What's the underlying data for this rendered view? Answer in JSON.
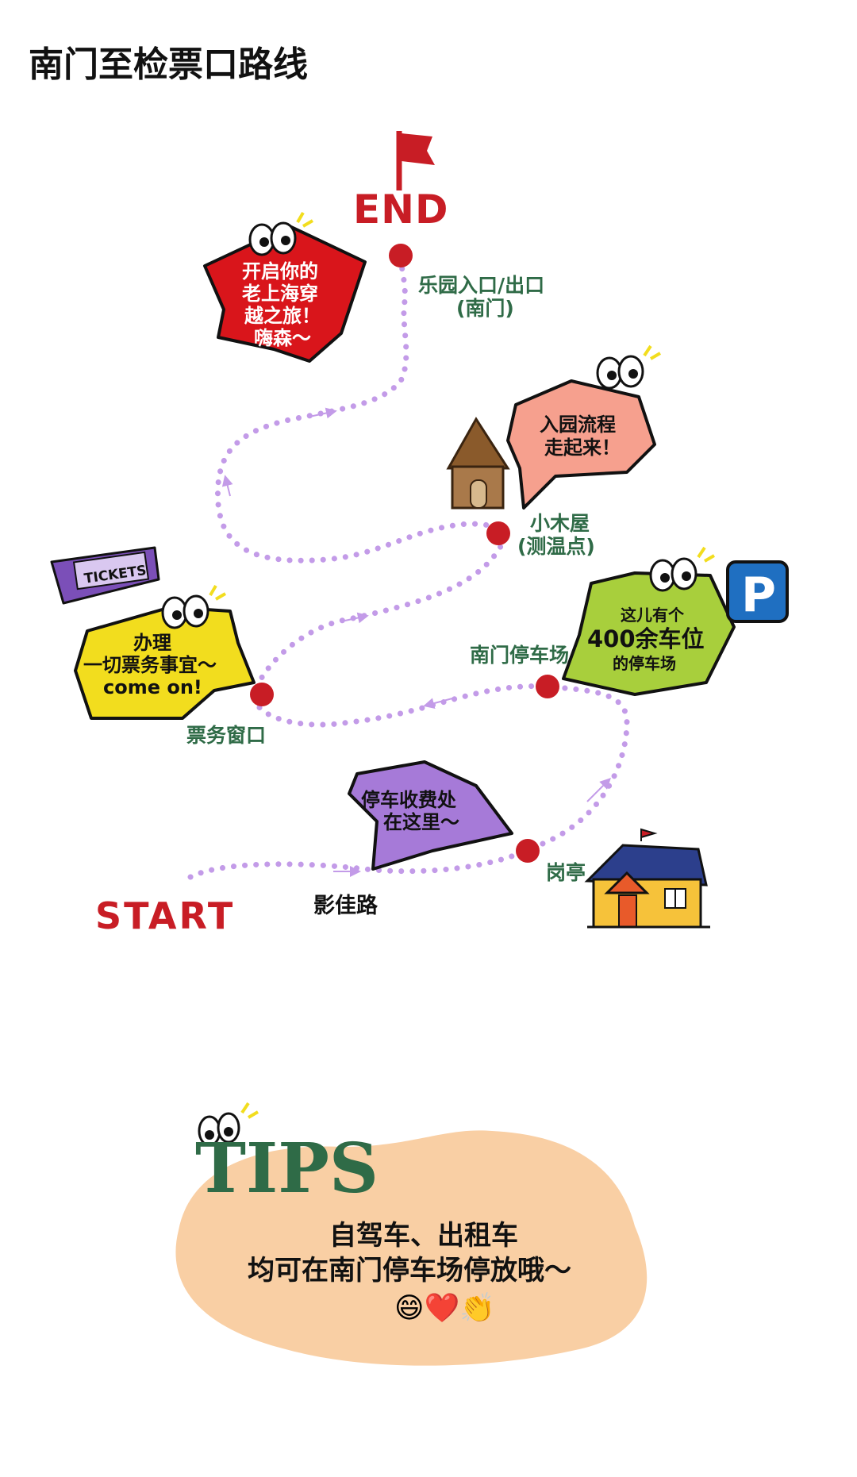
{
  "title": "南门至检票口路线",
  "end_label": "END",
  "start_label": "START",
  "stops": {
    "entrance_line1": "乐园入口/出口",
    "entrance_line2": "(南门)",
    "cabin_line1": "小木屋",
    "cabin_line2": "(测温点)",
    "ticket_window": "票务窗口",
    "parking": "南门停车场",
    "booth": "岗亭",
    "road": "影佳路"
  },
  "bubbles": {
    "red": [
      "开启你的",
      "老上海穿",
      "越之旅！",
      "嗨森～"
    ],
    "pink": [
      "入园流程",
      "走起来！"
    ],
    "yellow": [
      "办理",
      "一切票务事宜～",
      "come on!"
    ],
    "green": [
      "这儿有个",
      "400余车位",
      "的停车场"
    ],
    "purple": [
      "停车收费处",
      "在这里～"
    ]
  },
  "tickets_label": "TICKETS",
  "parking_sign": "P",
  "tips": {
    "heading": "TIPS",
    "line1": "自驾车、出租车",
    "line2": "均可在南门停车场停放哦～",
    "emoji": "😄❤️👏"
  },
  "colors": {
    "accent_red": "#c81d25",
    "path_purple": "#c39be8",
    "stop_text_green": "#2f6b47",
    "bubble_red": "#d9151b",
    "bubble_pink": "#f6a08e",
    "bubble_yellow": "#f2dd1e",
    "bubble_green": "#a8cf3c",
    "bubble_purple": "#a67ad8",
    "tips_blob": "#f9cfa4",
    "parking_blue": "#1f6fc1"
  }
}
